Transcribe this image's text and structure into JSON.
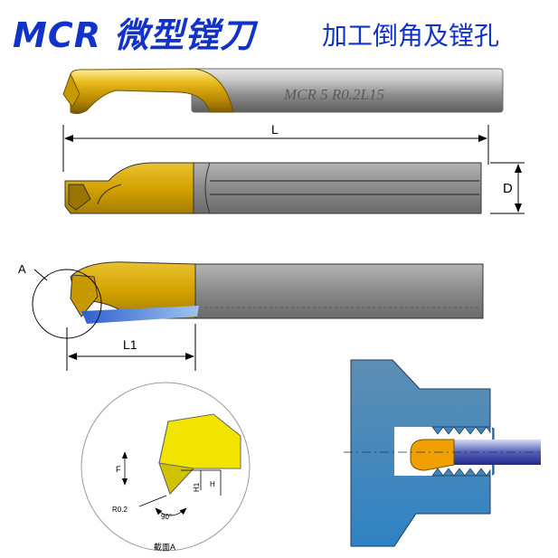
{
  "header": {
    "title_main": "MCR 微型镗刀",
    "title_sub": "加工倒角及镗孔"
  },
  "top_tool": {
    "engraving": "MCR 5 R0.2L15"
  },
  "dimensions": {
    "length_label": "L",
    "diameter_label": "D",
    "detail_marker": "A",
    "l1_label": "L1"
  },
  "detail_view": {
    "f_label": "F",
    "h1_label": "H1",
    "h_label": "H",
    "radius_label": "R0.2",
    "angle_label": "90°",
    "caption": "截面A"
  },
  "colors": {
    "title_blue": "#1233c9",
    "carbide_gold": "#d8a400",
    "shank_gray": "#8c8c8c",
    "workpiece_blue": "#3f86bb"
  }
}
